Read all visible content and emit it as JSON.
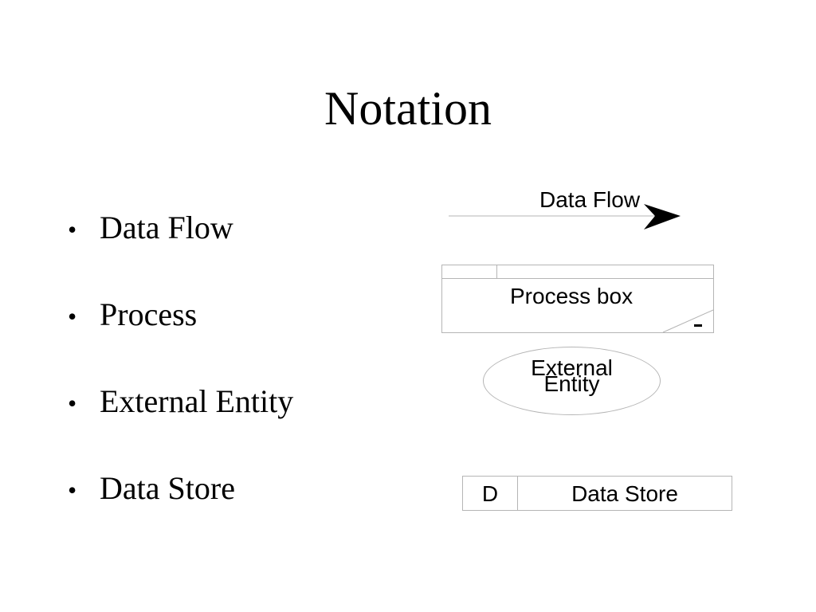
{
  "slide": {
    "title": "Notation"
  },
  "bullets": [
    {
      "marker": "•",
      "text": "Data Flow"
    },
    {
      "marker": "•",
      "text": "Process"
    },
    {
      "marker": "•",
      "text": "External Entity"
    },
    {
      "marker": "•",
      "text": "Data Store"
    }
  ],
  "diagram": {
    "data_flow": {
      "label": "Data Flow"
    },
    "process": {
      "label": "Process box"
    },
    "external_entity": {
      "line1": "External",
      "line2": "Entity"
    },
    "data_store": {
      "id": "D",
      "label": "Data Store"
    }
  }
}
